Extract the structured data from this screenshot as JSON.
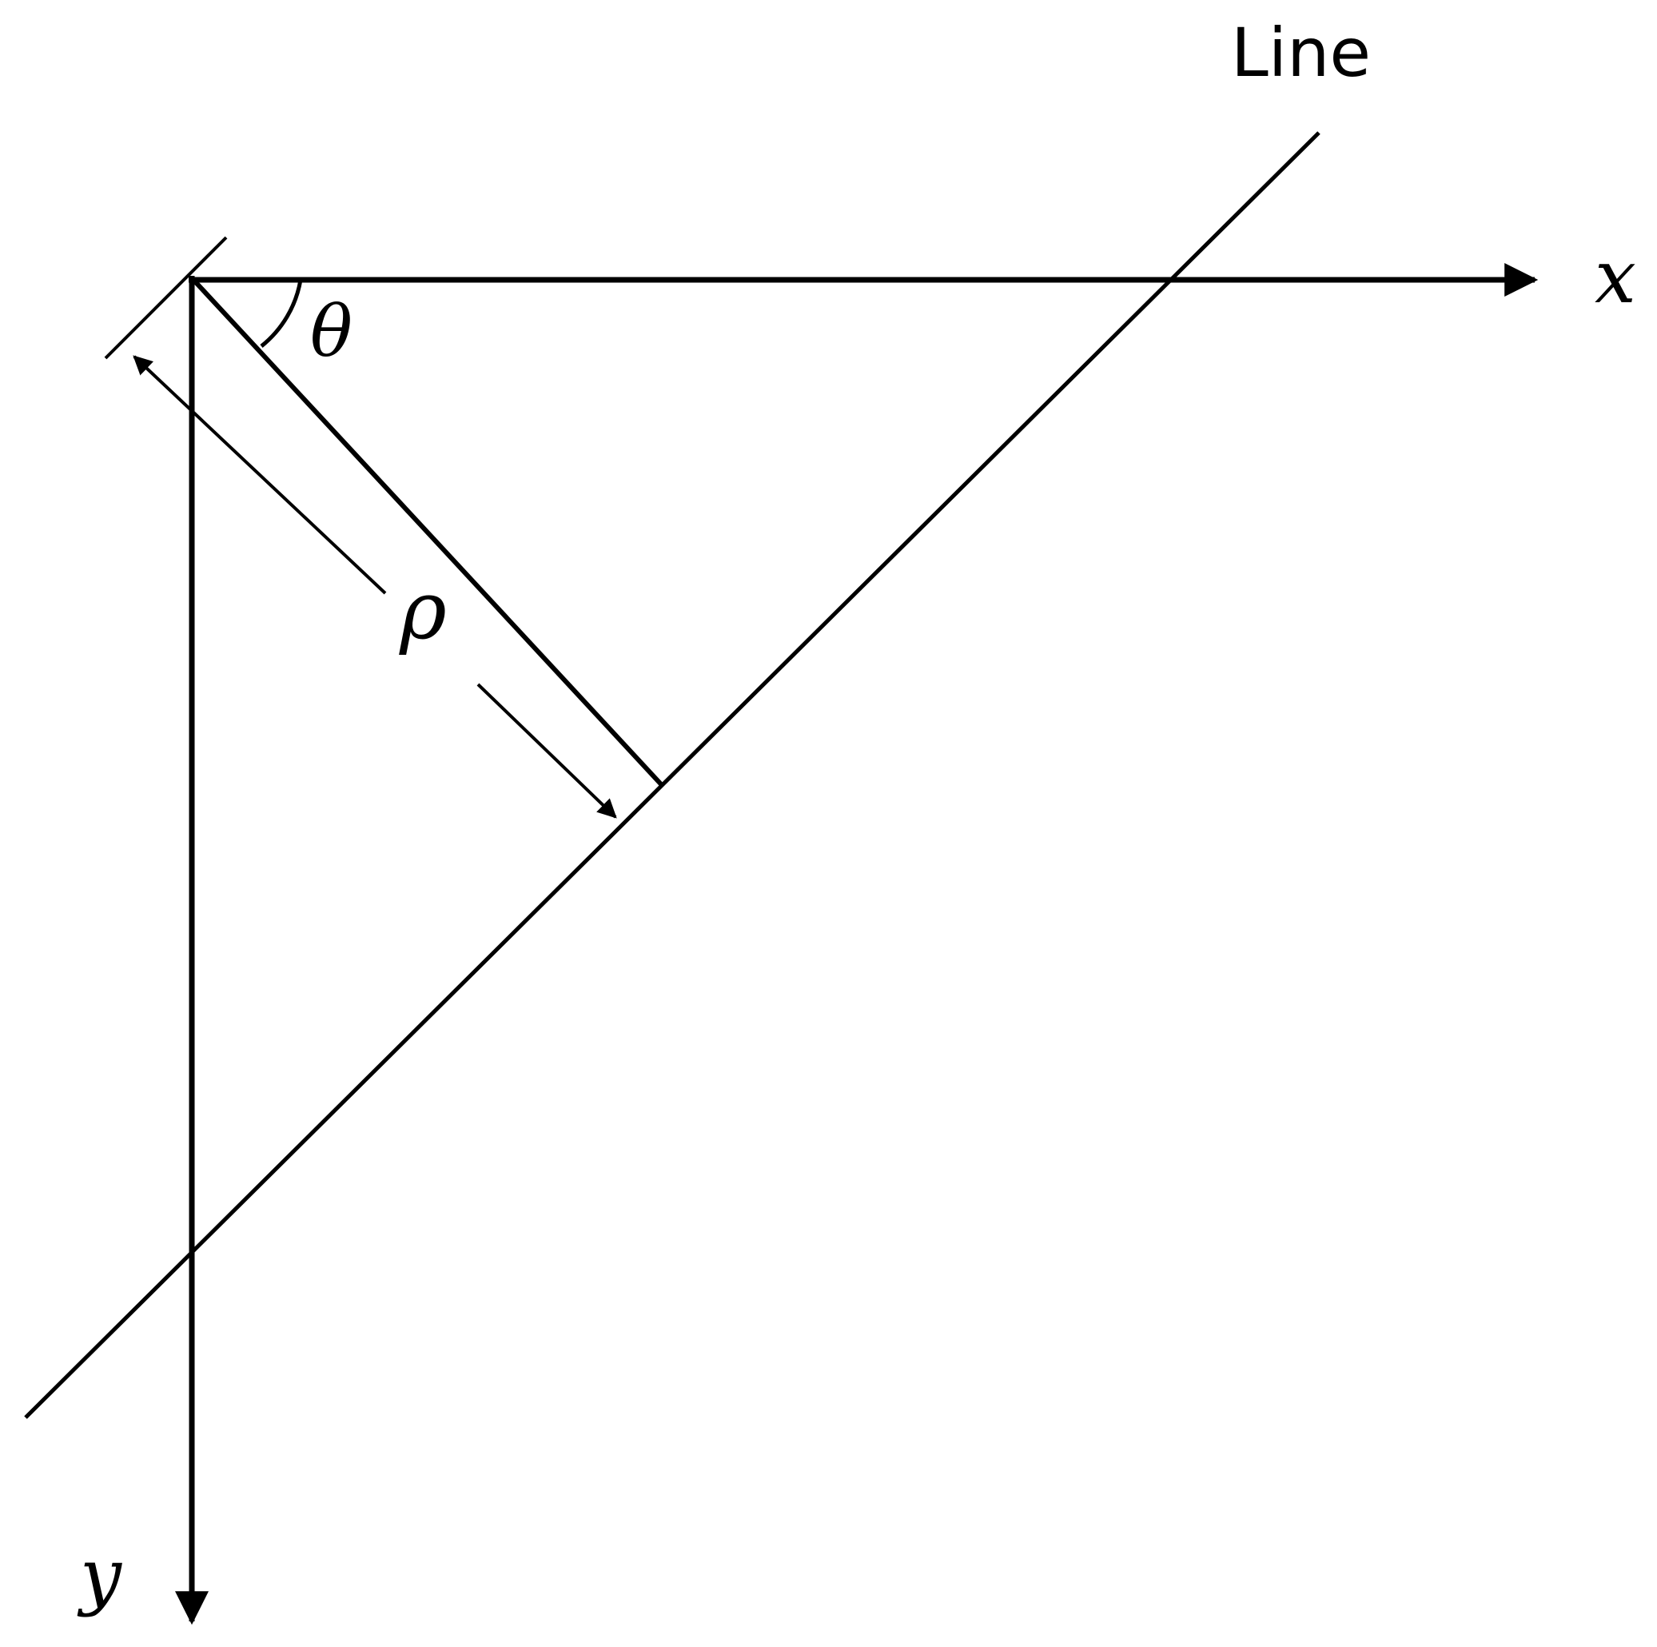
{
  "colors": {
    "ink": "#000000",
    "background": "#ffffff"
  },
  "labels": {
    "line": "Line",
    "x_axis": "x",
    "y_axis": "y",
    "theta": "θ",
    "rho": "ρ"
  }
}
